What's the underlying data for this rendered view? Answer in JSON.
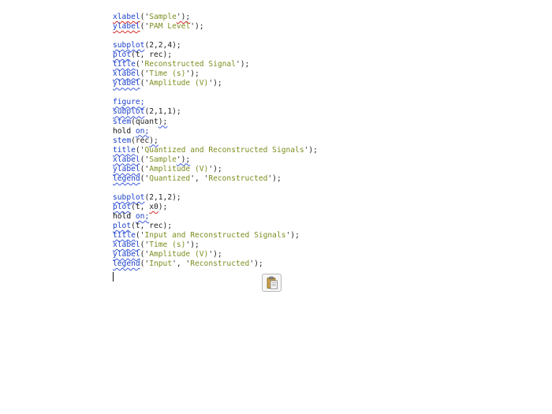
{
  "editor": {
    "blocks": [
      [
        [
          {
            "t": "xlabel",
            "c": "fn sq"
          },
          {
            "t": "('",
            "c": ""
          },
          {
            "t": "Sample",
            "c": "str"
          },
          {
            "t": "');",
            "c": "sq"
          }
        ],
        [
          {
            "t": "ylabel",
            "c": "fn sq"
          },
          {
            "t": "('",
            "c": ""
          },
          {
            "t": "PAM Level",
            "c": "str"
          },
          {
            "t": "');",
            "c": ""
          }
        ]
      ],
      [
        [
          {
            "t": "subplot",
            "c": "fn sqb"
          },
          {
            "t": "(2,2,4);",
            "c": ""
          }
        ],
        [
          {
            "t": "plot",
            "c": "fn sqb"
          },
          {
            "t": "(t, rec);",
            "c": ""
          }
        ],
        [
          {
            "t": "title",
            "c": "fn sqb"
          },
          {
            "t": "('",
            "c": ""
          },
          {
            "t": "Reconstructed Signal",
            "c": "str"
          },
          {
            "t": "');",
            "c": ""
          }
        ],
        [
          {
            "t": "xlabel",
            "c": "fn sqb"
          },
          {
            "t": "('",
            "c": ""
          },
          {
            "t": "Time (s)",
            "c": "str"
          },
          {
            "t": "');",
            "c": ""
          }
        ],
        [
          {
            "t": "ylabel",
            "c": "fn sqb"
          },
          {
            "t": "('",
            "c": ""
          },
          {
            "t": "Amplitude (V)",
            "c": "str"
          },
          {
            "t": "');",
            "c": ""
          }
        ]
      ],
      [
        [
          {
            "t": "figure;",
            "c": "fn sqb"
          }
        ],
        [
          {
            "t": "subplot",
            "c": "fn sqb"
          },
          {
            "t": "(2,1,1);",
            "c": ""
          }
        ],
        [
          {
            "t": "stem",
            "c": "fn"
          },
          {
            "t": "(quant",
            "c": ""
          },
          {
            "t": ");",
            "c": "sqb"
          }
        ],
        [
          {
            "t": "hold ",
            "c": "kw"
          },
          {
            "t": "on;",
            "c": "fn sqb"
          }
        ],
        [
          {
            "t": "stem",
            "c": "fn"
          },
          {
            "t": "(rec",
            "c": ""
          },
          {
            "t": ");",
            "c": "sqb"
          }
        ],
        [
          {
            "t": "title",
            "c": "fn sqb"
          },
          {
            "t": "('",
            "c": ""
          },
          {
            "t": "Quantized and Reconstructed Signals",
            "c": "str"
          },
          {
            "t": "');",
            "c": ""
          }
        ],
        [
          {
            "t": "xlabel",
            "c": "fn sqb"
          },
          {
            "t": "('",
            "c": ""
          },
          {
            "t": "Sample",
            "c": "str"
          },
          {
            "t": "');",
            "c": "sqb"
          }
        ],
        [
          {
            "t": "ylabel",
            "c": "fn sqb"
          },
          {
            "t": "('",
            "c": ""
          },
          {
            "t": "Amplitude (V)",
            "c": "str"
          },
          {
            "t": "');",
            "c": ""
          }
        ],
        [
          {
            "t": "legend",
            "c": "fn sqb"
          },
          {
            "t": "('",
            "c": ""
          },
          {
            "t": "Quantized",
            "c": "str"
          },
          {
            "t": "', '",
            "c": ""
          },
          {
            "t": "Reconstructed",
            "c": "str"
          },
          {
            "t": "');",
            "c": ""
          }
        ]
      ],
      [
        [
          {
            "t": "subplot",
            "c": "fn sqb"
          },
          {
            "t": "(2,1,2);",
            "c": ""
          }
        ],
        [
          {
            "t": "plot",
            "c": "fn sqb"
          },
          {
            "t": "(t, ",
            "c": ""
          },
          {
            "t": "x0",
            "c": "sq"
          },
          {
            "t": ");",
            "c": ""
          }
        ],
        [
          {
            "t": "hold ",
            "c": "kw"
          },
          {
            "t": "on;",
            "c": "fn sqb"
          }
        ],
        [
          {
            "t": "plot",
            "c": "fn sqb"
          },
          {
            "t": "(t, rec);",
            "c": ""
          }
        ],
        [
          {
            "t": "title",
            "c": "fn sqb"
          },
          {
            "t": "('",
            "c": ""
          },
          {
            "t": "Input and Reconstructed Signals",
            "c": "str"
          },
          {
            "t": "');",
            "c": ""
          }
        ],
        [
          {
            "t": "xlabel",
            "c": "fn sqb"
          },
          {
            "t": "('",
            "c": ""
          },
          {
            "t": "Time (s)",
            "c": "str"
          },
          {
            "t": "');",
            "c": ""
          }
        ],
        [
          {
            "t": "ylabel",
            "c": "fn sqb"
          },
          {
            "t": "('",
            "c": ""
          },
          {
            "t": "Amplitude (V)",
            "c": "str"
          },
          {
            "t": "');",
            "c": ""
          }
        ],
        [
          {
            "t": "legend",
            "c": "fn sqb"
          },
          {
            "t": "('",
            "c": ""
          },
          {
            "t": "Input",
            "c": "str"
          },
          {
            "t": "', '",
            "c": ""
          },
          {
            "t": "Reconstructed",
            "c": "str"
          },
          {
            "t": "');",
            "c": ""
          }
        ]
      ]
    ]
  },
  "paste_button": {
    "icon": "clipboard-icon"
  },
  "colors": {
    "function": "#1a3fc8",
    "string": "#7e8c1f",
    "squiggle_red": "#d12a2a",
    "squiggle_blue": "#3b5bd9"
  }
}
